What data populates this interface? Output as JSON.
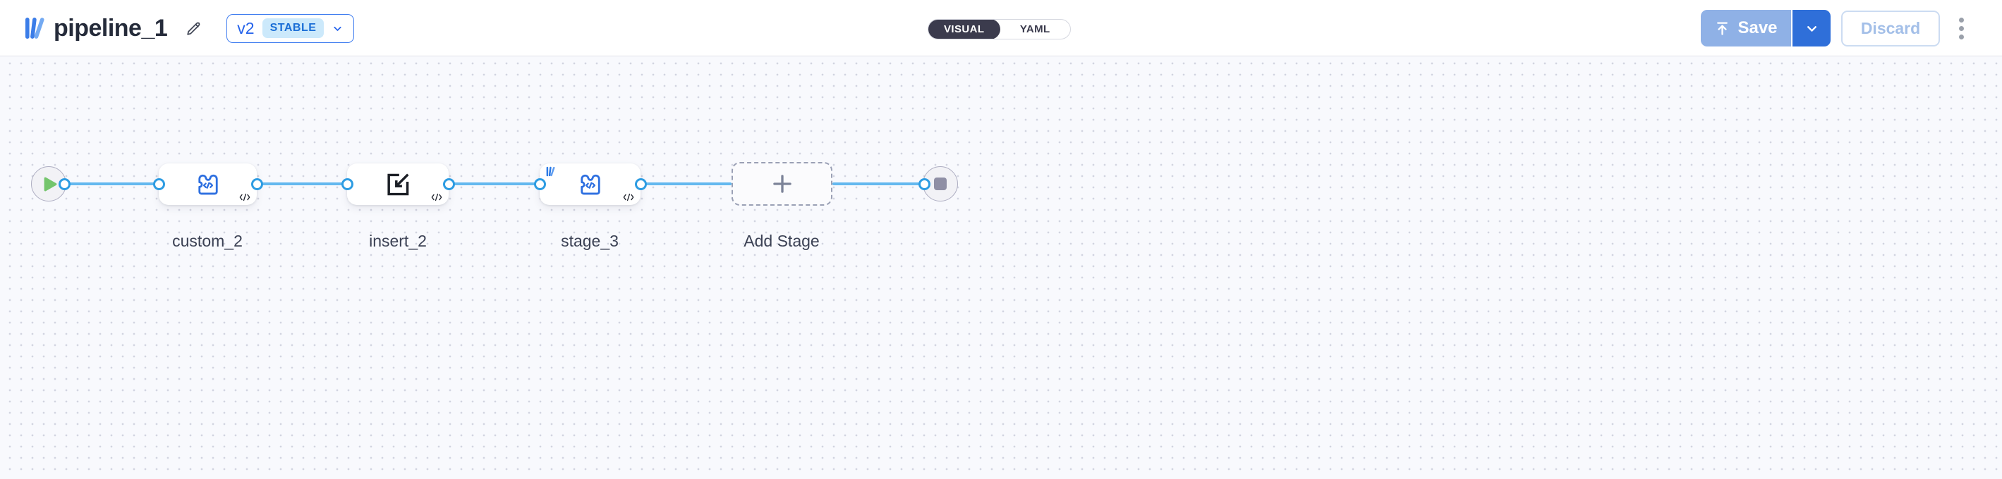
{
  "header": {
    "title": "pipeline_1",
    "version": {
      "label": "v2",
      "badge": "STABLE"
    },
    "tabs": {
      "visual": "VISUAL",
      "yaml": "YAML"
    },
    "actions": {
      "save": "Save",
      "discard": "Discard"
    }
  },
  "pipeline": {
    "stages": {
      "custom": {
        "label": "custom_2"
      },
      "insert": {
        "label": "insert_2"
      },
      "stage": {
        "label": "stage_3"
      },
      "add": {
        "label": "Add Stage"
      }
    }
  },
  "icons": {
    "logo": "library-bars-icon",
    "edit": "pencil-icon",
    "save": "upload-icon",
    "node_custom": "puzzle-code-icon",
    "node_insert": "import-square-icon",
    "node_corner": "code-icon",
    "start": "play-icon",
    "end": "stop-icon",
    "add": "plus-icon"
  },
  "colors": {
    "brand_blue": "#3b7de8",
    "accent_blue": "#2f6fd9",
    "save_disabled": "#8fb1e6",
    "edge_blue": "#64b8ef",
    "handle_blue": "#2d9ce2",
    "toggle_dark": "#3b3b4d",
    "stable_badge_bg": "#cce9fb",
    "stable_badge_text": "#1b6ed6",
    "play_green": "#74c56c",
    "stop_gray": "#8f8fa5",
    "canvas_bg": "#f8f9fd",
    "node_icon_blue": "#2d6fe0"
  }
}
